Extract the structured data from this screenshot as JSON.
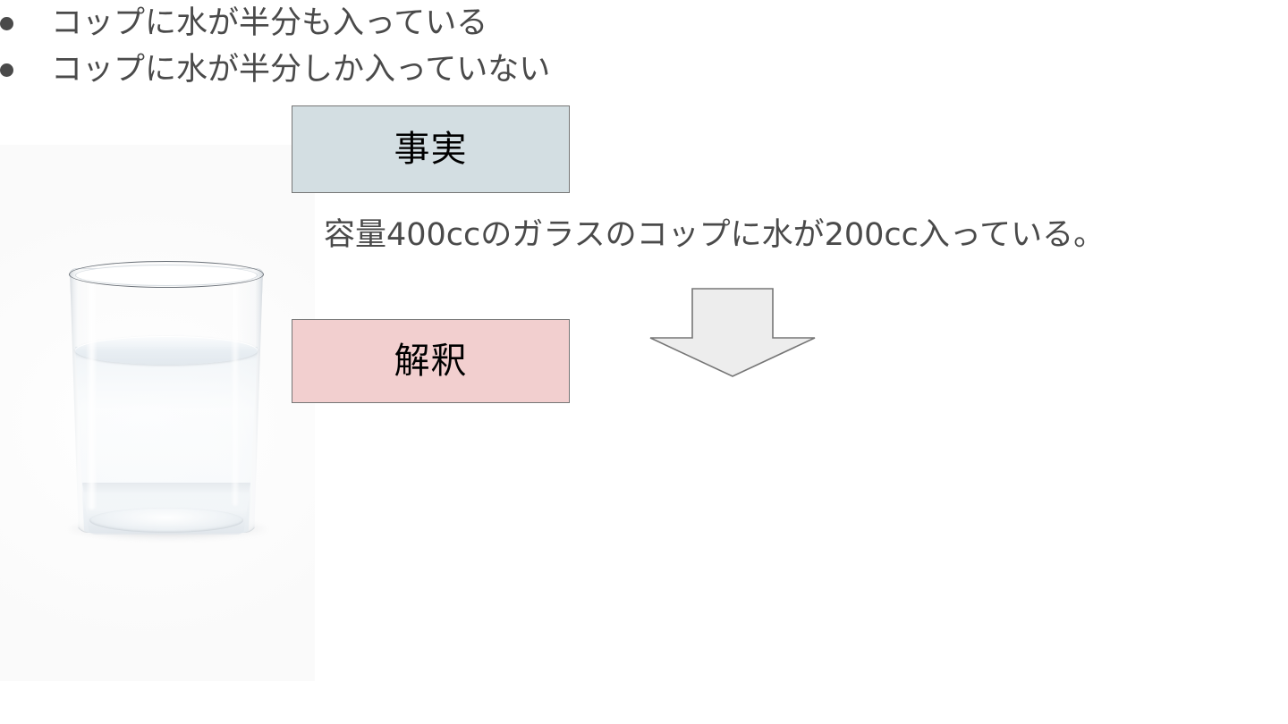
{
  "slide": {
    "background_color": "#ffffff",
    "body_text_color": "#4a4a4a",
    "label_text_color": "#000000"
  },
  "image": {
    "name": "glass-of-water-photo",
    "description": "ガラスのコップに半分入った水",
    "fill_level": "half"
  },
  "fact": {
    "box_label": "事実",
    "box_fill_color": "#d3dee2",
    "box_border_color": "#767676",
    "sentence": "容量400ccのガラスのコップに水が200cc入っている。"
  },
  "arrow": {
    "name": "down-arrow",
    "direction": "down",
    "fill_color": "#ededed",
    "border_color": "#767676"
  },
  "interpretation": {
    "box_label": "解釈",
    "box_fill_color": "#f2cfcf",
    "box_border_color": "#767676",
    "bullets": [
      "コップに水が半分も入っている",
      "コップに水が半分しか入っていない"
    ]
  }
}
